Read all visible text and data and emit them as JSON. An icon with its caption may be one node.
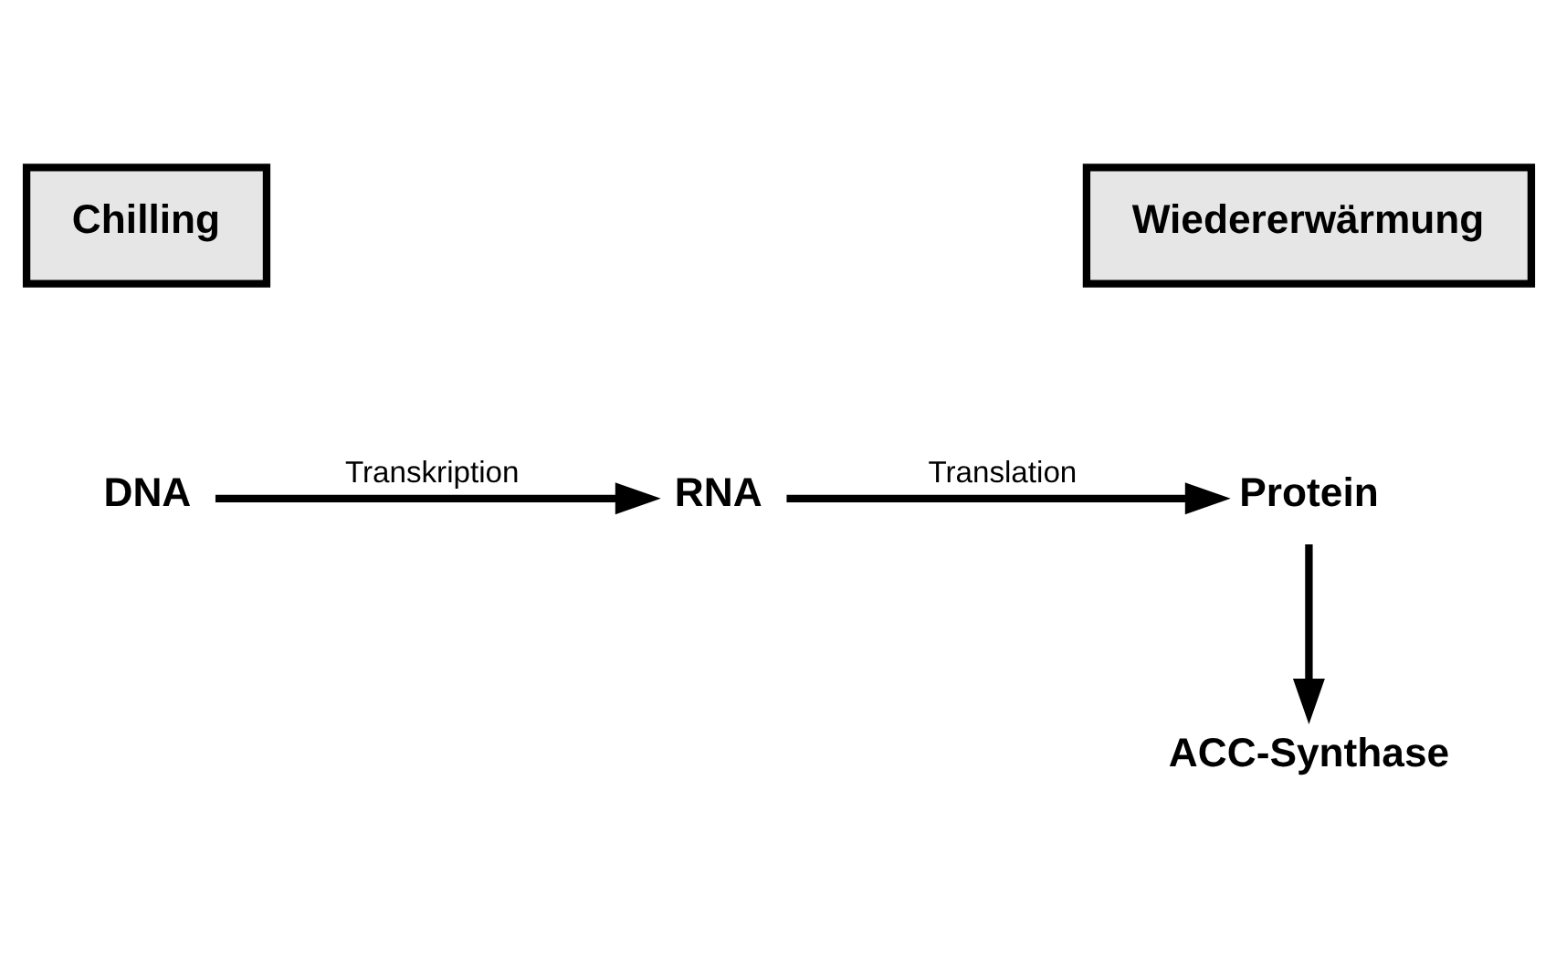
{
  "diagram": {
    "nodes": [
      {
        "text": [
          "Chilling"
        ]
      },
      {
        "text": [
          "Wiedererwärmung"
        ]
      },
      {
        "text": [
          "DNA"
        ]
      },
      {
        "text": [
          "RNA"
        ]
      },
      {
        "text": [
          "Protein"
        ]
      },
      {
        "text": [
          "ACC-Synthase"
        ]
      }
    ],
    "edges": [
      {
        "from": 2,
        "to": 3,
        "arrow": "to",
        "label": "Transkription"
      },
      {
        "from": 3,
        "to": 4,
        "arrow": "to",
        "label": "Translation"
      },
      {
        "from": 4,
        "to": 5,
        "arrow": "to"
      }
    ]
  }
}
